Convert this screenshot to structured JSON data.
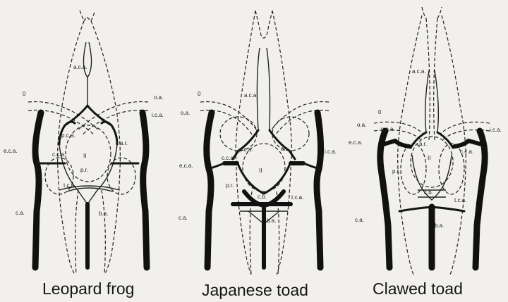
{
  "panels": [
    {
      "caption": "Leopard frog",
      "labels": {
        "aca": "a.c.a.",
        "o": "0",
        "oa": "o.a.",
        "ica": "i.c.a.",
        "pca": "p.c.a.",
        "ii": "II",
        "ar": "a.r.",
        "eca": "e.c.a.",
        "cca": "c.c.a.",
        "pr": "p.r.",
        "tca": "t.c.a.",
        "ca": "c.a.",
        "ba": "b.a."
      }
    },
    {
      "caption": "Japanese toad",
      "labels": {
        "aca": "a.c.a.",
        "o": "0",
        "oa": "o.a.",
        "pca": "p.c.a.",
        "ar": "a.r.",
        "ica": "i.c.a.",
        "eca": "e,c.a.",
        "cca": "c.c.a.",
        "ii": "II",
        "pr": "p.r.",
        "cb": "c.b.",
        "tca": "t.c.a.",
        "ca": "c.a.",
        "ba": "b.a."
      }
    },
    {
      "caption": "Clawed toad",
      "labels": {
        "aca": "a.c.a.",
        "o": "0",
        "oa": "o.a.",
        "pca": "p.c.a.",
        "ica": "i.c.a.",
        "eca": "e.c.a.",
        "ar": "a.r.",
        "cca": "c.c.a.",
        "ii": "II",
        "pr": "p.r.",
        "cb": "c.b.",
        "tca": "t.c.a.",
        "ca": "c.a.",
        "ba": "b.a."
      }
    }
  ]
}
